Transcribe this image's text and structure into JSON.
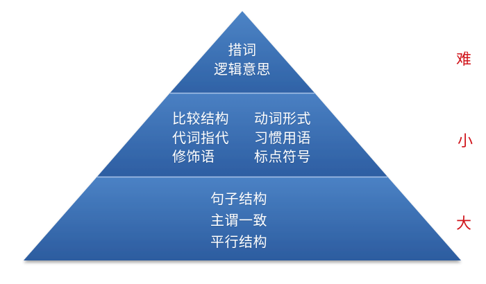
{
  "pyramid": {
    "top": {
      "lines": [
        "措词",
        "逻辑意思"
      ]
    },
    "middle": {
      "left_lines": [
        "比较结构",
        "代词指代",
        "修饰语"
      ],
      "right_lines": [
        "动词形式",
        "习惯用语",
        "标点符号"
      ]
    },
    "bottom": {
      "lines": [
        "句子结构",
        "主谓一致",
        "平行结构"
      ]
    }
  },
  "side_labels": [
    "难",
    "小",
    "大"
  ],
  "colors": {
    "tier_fill_light": "#4a7fc2",
    "tier_fill_dark": "#2c5d9e",
    "tier_divider": "#8eaedb",
    "text": "#ffffff",
    "side_label": "#d0141b"
  }
}
